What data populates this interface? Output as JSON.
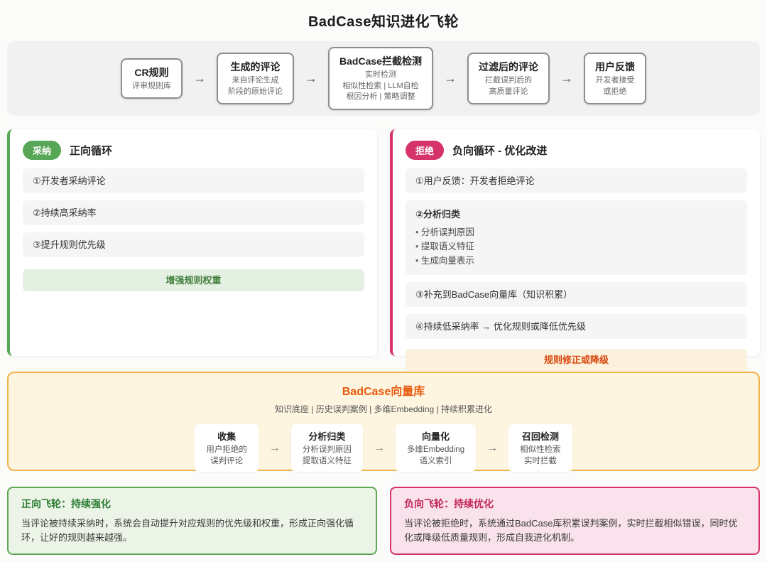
{
  "page": {
    "title": "BadCase知识进化飞轮"
  },
  "top_flow": {
    "arrow": "→",
    "nodes": [
      {
        "title": "CR规则",
        "lines": [
          "评审规则库"
        ]
      },
      {
        "title": "生成的评论",
        "lines": [
          "来自评论生成",
          "阶段的原始评论"
        ]
      },
      {
        "title": "BadCase拦截检测",
        "lines": [
          "实时检测",
          "相似性检索 | LLM自检",
          "根因分析 | 策略调整"
        ]
      },
      {
        "title": "过滤后的评论",
        "lines": [
          "拦截误判后的",
          "高质量评论"
        ]
      },
      {
        "title": "用户反馈",
        "lines": [
          "开发者接受",
          "或拒绝"
        ]
      }
    ]
  },
  "positive_panel": {
    "badge": "采纳",
    "title": "正向循环",
    "items": [
      "①开发者采纳评论",
      "②持续高采纳率",
      "③提升规则优先级"
    ],
    "footer": "增强规则权重"
  },
  "negative_panel": {
    "badge": "拒绝",
    "title": "负向循环 - 优化改进",
    "item1": "①用户反馈：开发者拒绝评论",
    "item2_title": "②分析归类",
    "item2_bullets": [
      "分析误判原因",
      "提取语义特征",
      "生成向量表示"
    ],
    "item3": "③补充到BadCase向量库（知识积累）",
    "item4": "④持续低采纳率 → 优化规则或降低优先级",
    "footer": "规则修正或降级"
  },
  "vector_library": {
    "title": "BadCase向量库",
    "subtitle": "知识底座 | 历史误判案例 | 多维Embedding | 持续积累进化",
    "arrow": "→",
    "nodes": [
      {
        "title": "收集",
        "lines": [
          "用户拒绝的",
          "误判评论"
        ]
      },
      {
        "title": "分析归类",
        "lines": [
          "分析误判原因",
          "提取语义特征"
        ]
      },
      {
        "title": "向量化",
        "lines": [
          "多维Embedding",
          "语义索引"
        ]
      },
      {
        "title": "召回检测",
        "lines": [
          "相似性检索",
          "实时拦截"
        ]
      }
    ]
  },
  "bottom_notes": {
    "positive": {
      "title": "正向飞轮：持续强化",
      "body": "当评论被持续采纳时，系统会自动提升对应规则的优先级和权重，形成正向强化循环，让好的规则越来越强。"
    },
    "negative": {
      "title": "负向飞轮：持续优化",
      "body": "当评论被拒绝时，系统通过BadCase库积累误判案例，实时拦截相似错误，同时优化或降级低质量规则，形成自我进化机制。"
    }
  },
  "colors": {
    "positive_accent": "#57a757",
    "negative_accent": "#d6336c",
    "vector_border": "#f1b44c",
    "vector_title": "#e8590c",
    "cta_green_bg": "#e4f0e2",
    "cta_green_text": "#44803f",
    "cta_amber_bg": "#fbf1dc",
    "cta_amber_text": "#d9480f",
    "band_bg": "#f1f1f2",
    "node_border": "#8d8d8d"
  }
}
